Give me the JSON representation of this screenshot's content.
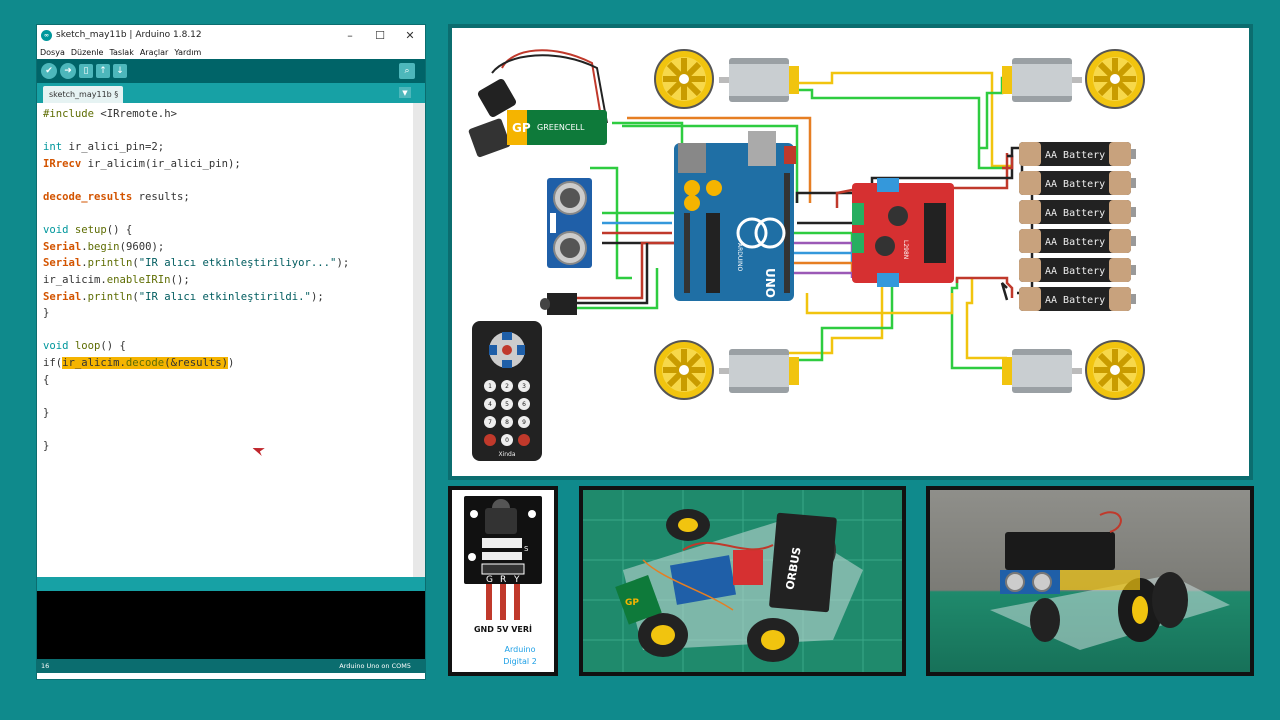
{
  "window": {
    "title": "sketch_may11b | Arduino 1.8.12",
    "logo": "∞",
    "controls": [
      "–",
      "☐",
      "✕"
    ]
  },
  "menu": [
    "Dosya",
    "Düzenle",
    "Taslak",
    "Araçlar",
    "Yardım"
  ],
  "toolbar": {
    "buttons": [
      "verify-icon",
      "upload-icon",
      "new-icon",
      "open-icon",
      "save-icon"
    ],
    "glyphs": [
      "✔",
      "➜",
      "▯",
      "↑",
      "↓"
    ],
    "serial_glyph": "⌕"
  },
  "tab": {
    "label": "sketch_may11b §",
    "menu_glyph": "▼"
  },
  "code": {
    "l1a": "#include",
    "l1b": " <IRremote.h>",
    "l3a": "int",
    "l3b": " ir_alici_pin=2;",
    "l4a": "IRrecv",
    "l4b": " ir_alicim(ir_alici_pin);",
    "l6a": "decode_results",
    "l6b": " results;",
    "l8a": "void",
    "l8b": " ",
    "l8c": "setup",
    "l8d": "() {",
    "l9a": "Serial",
    "l9b": ".",
    "l9c": "begin",
    "l9d": "(9600);",
    "l10a": "Serial",
    "l10b": ".",
    "l10c": "println",
    "l10d": "(",
    "l10e": "\"IR alıcı etkinleştiriliyor...\"",
    "l10f": ");",
    "l11a": "ir_alicim.",
    "l11b": "enableIRIn",
    "l11c": "();",
    "l12a": "Serial",
    "l12b": ".",
    "l12c": "println",
    "l12d": "(",
    "l12e": "\"IR alıcı etkinleştirildi.\"",
    "l12f": ");",
    "l13": "}",
    "l15a": "void",
    "l15b": " ",
    "l15c": "loop",
    "l15d": "() {",
    "l16a": "if(",
    "l16b": "ir_alicim.",
    "l16c": "decode",
    "l16d": "(&results)",
    "l16e": ")",
    "l17": "{",
    "l19": "}",
    "l21": "}"
  },
  "status": {
    "line": "16",
    "board": "Arduino Uno on COM5"
  },
  "circuit": {
    "battery9v": {
      "brand": "GP",
      "label": "GREENCELL"
    },
    "arduino": {
      "label": "UNO",
      "brand": "ARDUINO"
    },
    "driver": {
      "label": "L298N"
    },
    "aa_batteries": [
      "AA Battery",
      "AA Battery",
      "AA Battery",
      "AA Battery",
      "AA Battery",
      "AA Battery"
    ],
    "remote": {
      "brand": "Xinda",
      "keys": [
        "1",
        "2",
        "3",
        "4",
        "5",
        "6",
        "7",
        "8",
        "9",
        "",
        "0",
        ""
      ]
    }
  },
  "ir_module": {
    "pins": [
      "G",
      "R",
      "Y"
    ],
    "pin_marker": "S",
    "labels": "GND 5V VERİ",
    "arduino_label": "Arduino",
    "digital_label": "Digital 2"
  },
  "photo1": {
    "battery_brand": "ORBUS",
    "cell_brand": "GP"
  },
  "colors": {
    "teal": "#0f8a8c",
    "ide_dark": "#006468",
    "ide_tab": "#17a1a5",
    "highlight": "#f5b400"
  }
}
